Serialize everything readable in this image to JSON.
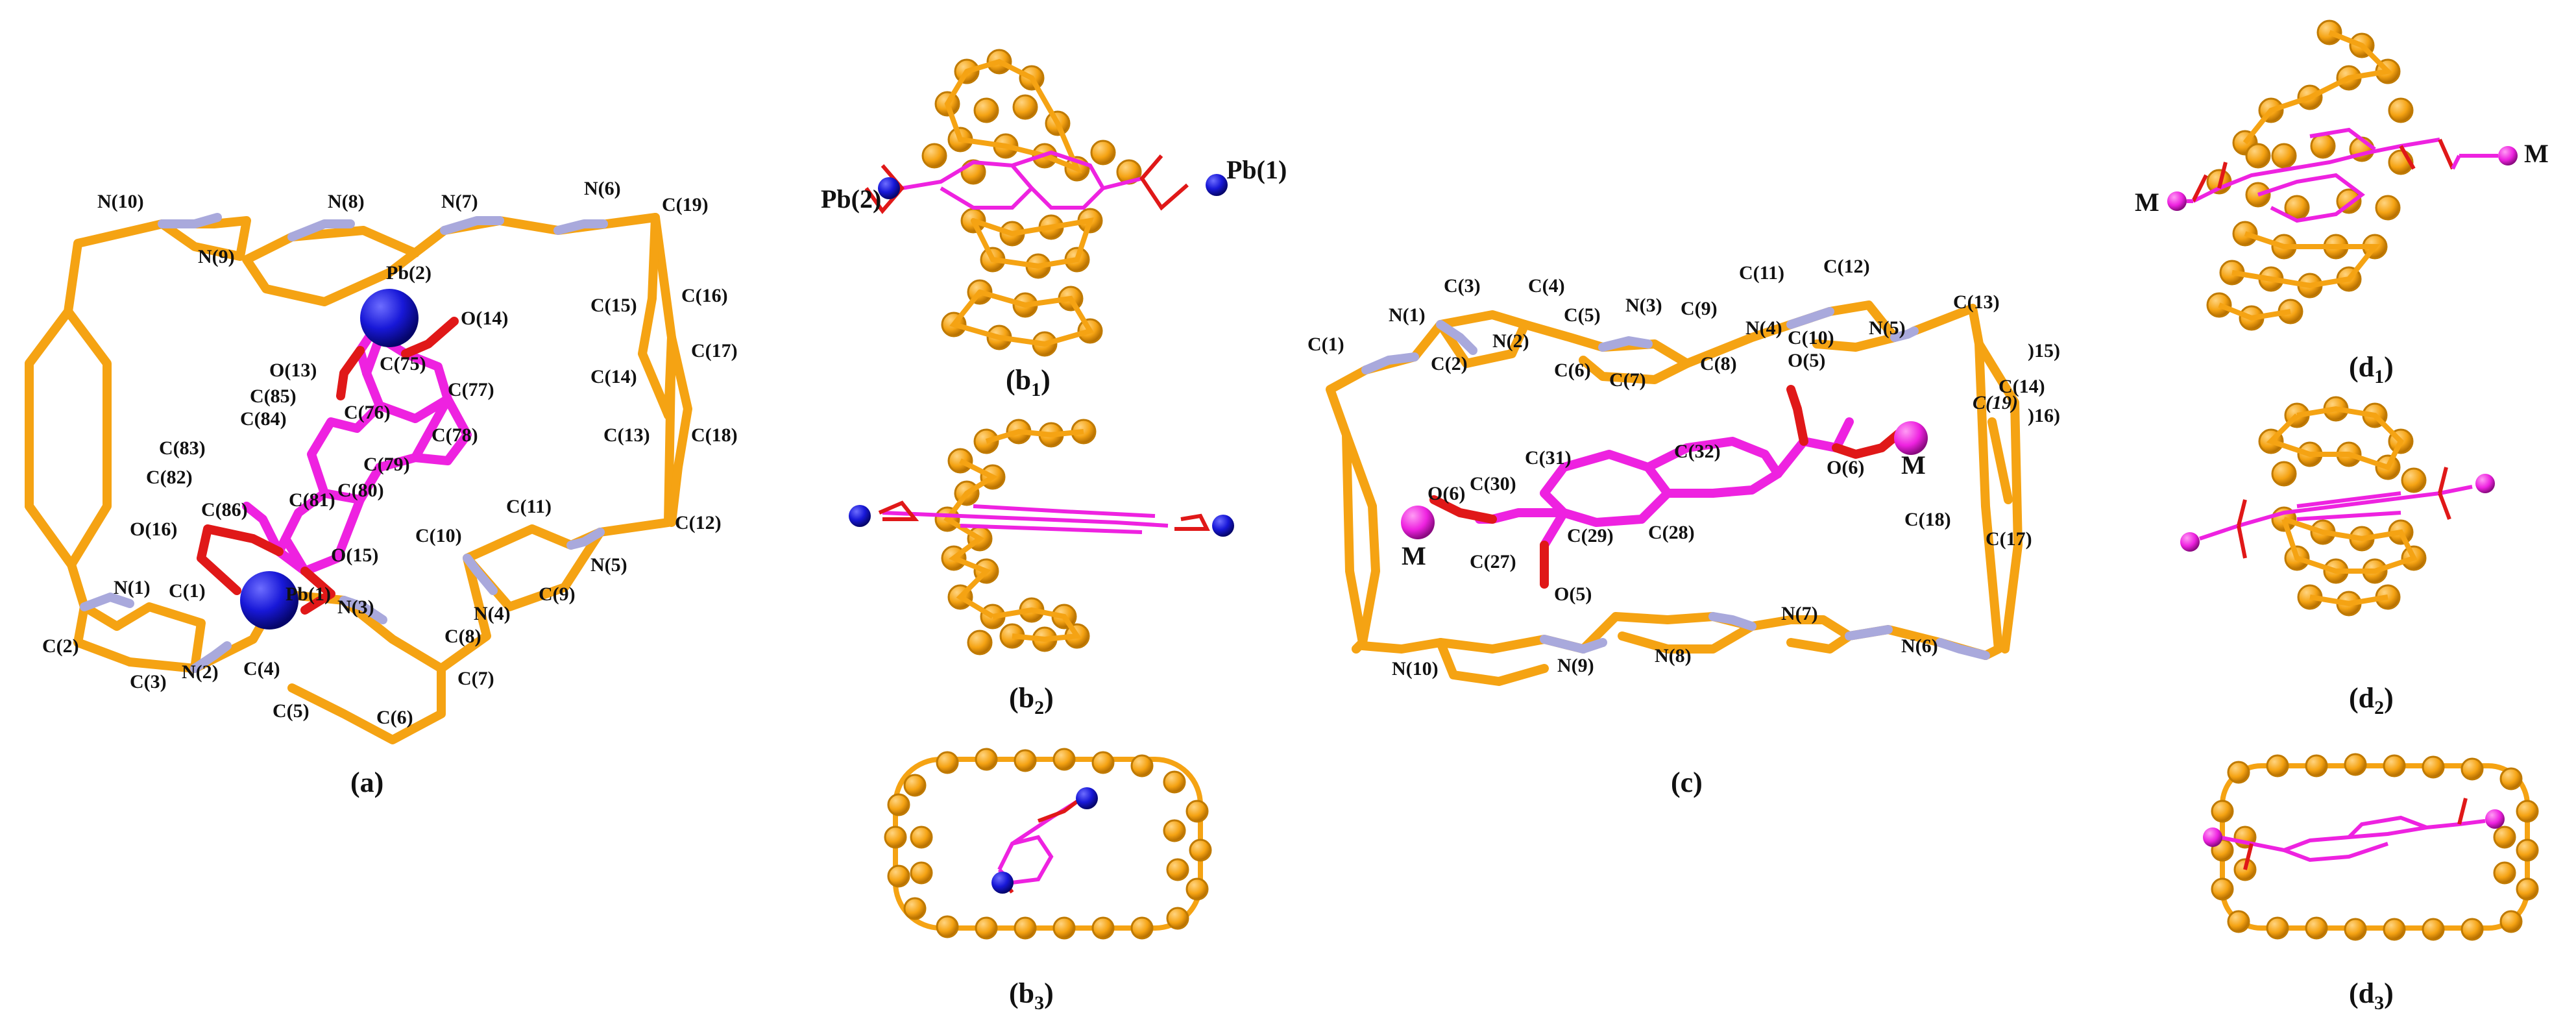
{
  "colors": {
    "carbon": "#f5a313",
    "nitrogen": "#a9a9dc",
    "oxygen": "#e01818",
    "ligand": "#ee22e0",
    "metal": "#1515d8"
  },
  "panels": {
    "a": "(a)",
    "b1": "(b1)",
    "b2": "(b2)",
    "b3": "(b3)",
    "c": "(c)",
    "d1": "(d1)",
    "d2": "(d2)",
    "d3": "(d3)"
  },
  "metal_labels": {
    "pb1": "Pb(1)",
    "pb2": "Pb(2)",
    "m": "M"
  },
  "labels_a": {
    "N10": "N(10)",
    "N9": "N(9)",
    "N8": "N(8)",
    "N7": "N(7)",
    "N6": "N(6)",
    "C19": "C(19)",
    "Pb2": "Pb(2)",
    "O14": "O(14)",
    "C15": "C(15)",
    "C16": "C(16)",
    "C17": "C(17)",
    "C14": "C(14)",
    "C13": "C(13)",
    "C18": "C(18)",
    "O13": "O(13)",
    "C75": "C(75)",
    "C85": "C(85)",
    "C76": "C(76)",
    "C77": "C(77)",
    "C84": "C(84)",
    "C78": "C(78)",
    "C83": "C(83)",
    "C79": "C(79)",
    "C82": "C(82)",
    "C80": "C(80)",
    "C81": "C(81)",
    "C86": "C(86)",
    "O16": "O(16)",
    "O15": "O(15)",
    "C11": "C(11)",
    "C10": "C(10)",
    "C12": "C(12)",
    "N5": "N(5)",
    "N1": "N(1)",
    "C1": "C(1)",
    "Pb1": "Pb(1)",
    "N3": "N(3)",
    "C9": "C(9)",
    "N4": "N(4)",
    "C8": "C(8)",
    "C2": "C(2)",
    "C3": "C(3)",
    "N2": "N(2)",
    "C4": "C(4)",
    "C7": "C(7)",
    "C5": "C(5)",
    "C6": "C(6)"
  },
  "labels_c": {
    "C3": "C(3)",
    "C4": "C(4)",
    "C11": "C(11)",
    "C12": "C(12)",
    "N1": "N(1)",
    "C5": "C(5)",
    "N3": "N(3)",
    "C9": "C(9)",
    "C13": "C(13)",
    "C1": "C(1)",
    "C2": "C(2)",
    "N2": "N(2)",
    "N4": "N(4)",
    "C10": "C(10)",
    "N5": "N(5)",
    "C6": "C(6)",
    "C7": "C(7)",
    "C8": "C(8)",
    "O5a": "O(5)",
    "C15": ")15)",
    "C14": "C(14)",
    "C19": "C(19)",
    "C16": ")16)",
    "C31": "C(31)",
    "C32": "C(32)",
    "O6a": "O(6)",
    "O6b": "O(6)",
    "C30": "C(30)",
    "C29": "C(29)",
    "C28": "C(28)",
    "C27": "C(27)",
    "O5b": "O(5)",
    "C18": "C(18)",
    "C17": "C(17)",
    "N10": "N(10)",
    "N9": "N(9)",
    "N8": "N(8)",
    "N7": "N(7)",
    "N6": "N(6)"
  }
}
